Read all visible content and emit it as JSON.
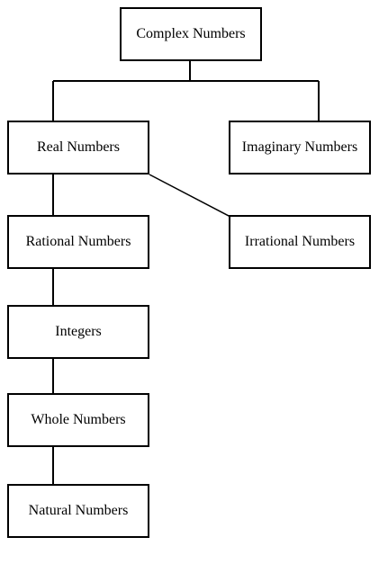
{
  "nodes": {
    "complex": "Complex Numbers",
    "real": "Real Numbers",
    "imaginary": "Imaginary Numbers",
    "rational": "Rational Numbers",
    "irrational": "Irrational Numbers",
    "integers": "Integers",
    "whole": "Whole Numbers",
    "natural": "Natural Numbers"
  },
  "colors": {
    "line": "#000000",
    "background": "#ffffff"
  }
}
